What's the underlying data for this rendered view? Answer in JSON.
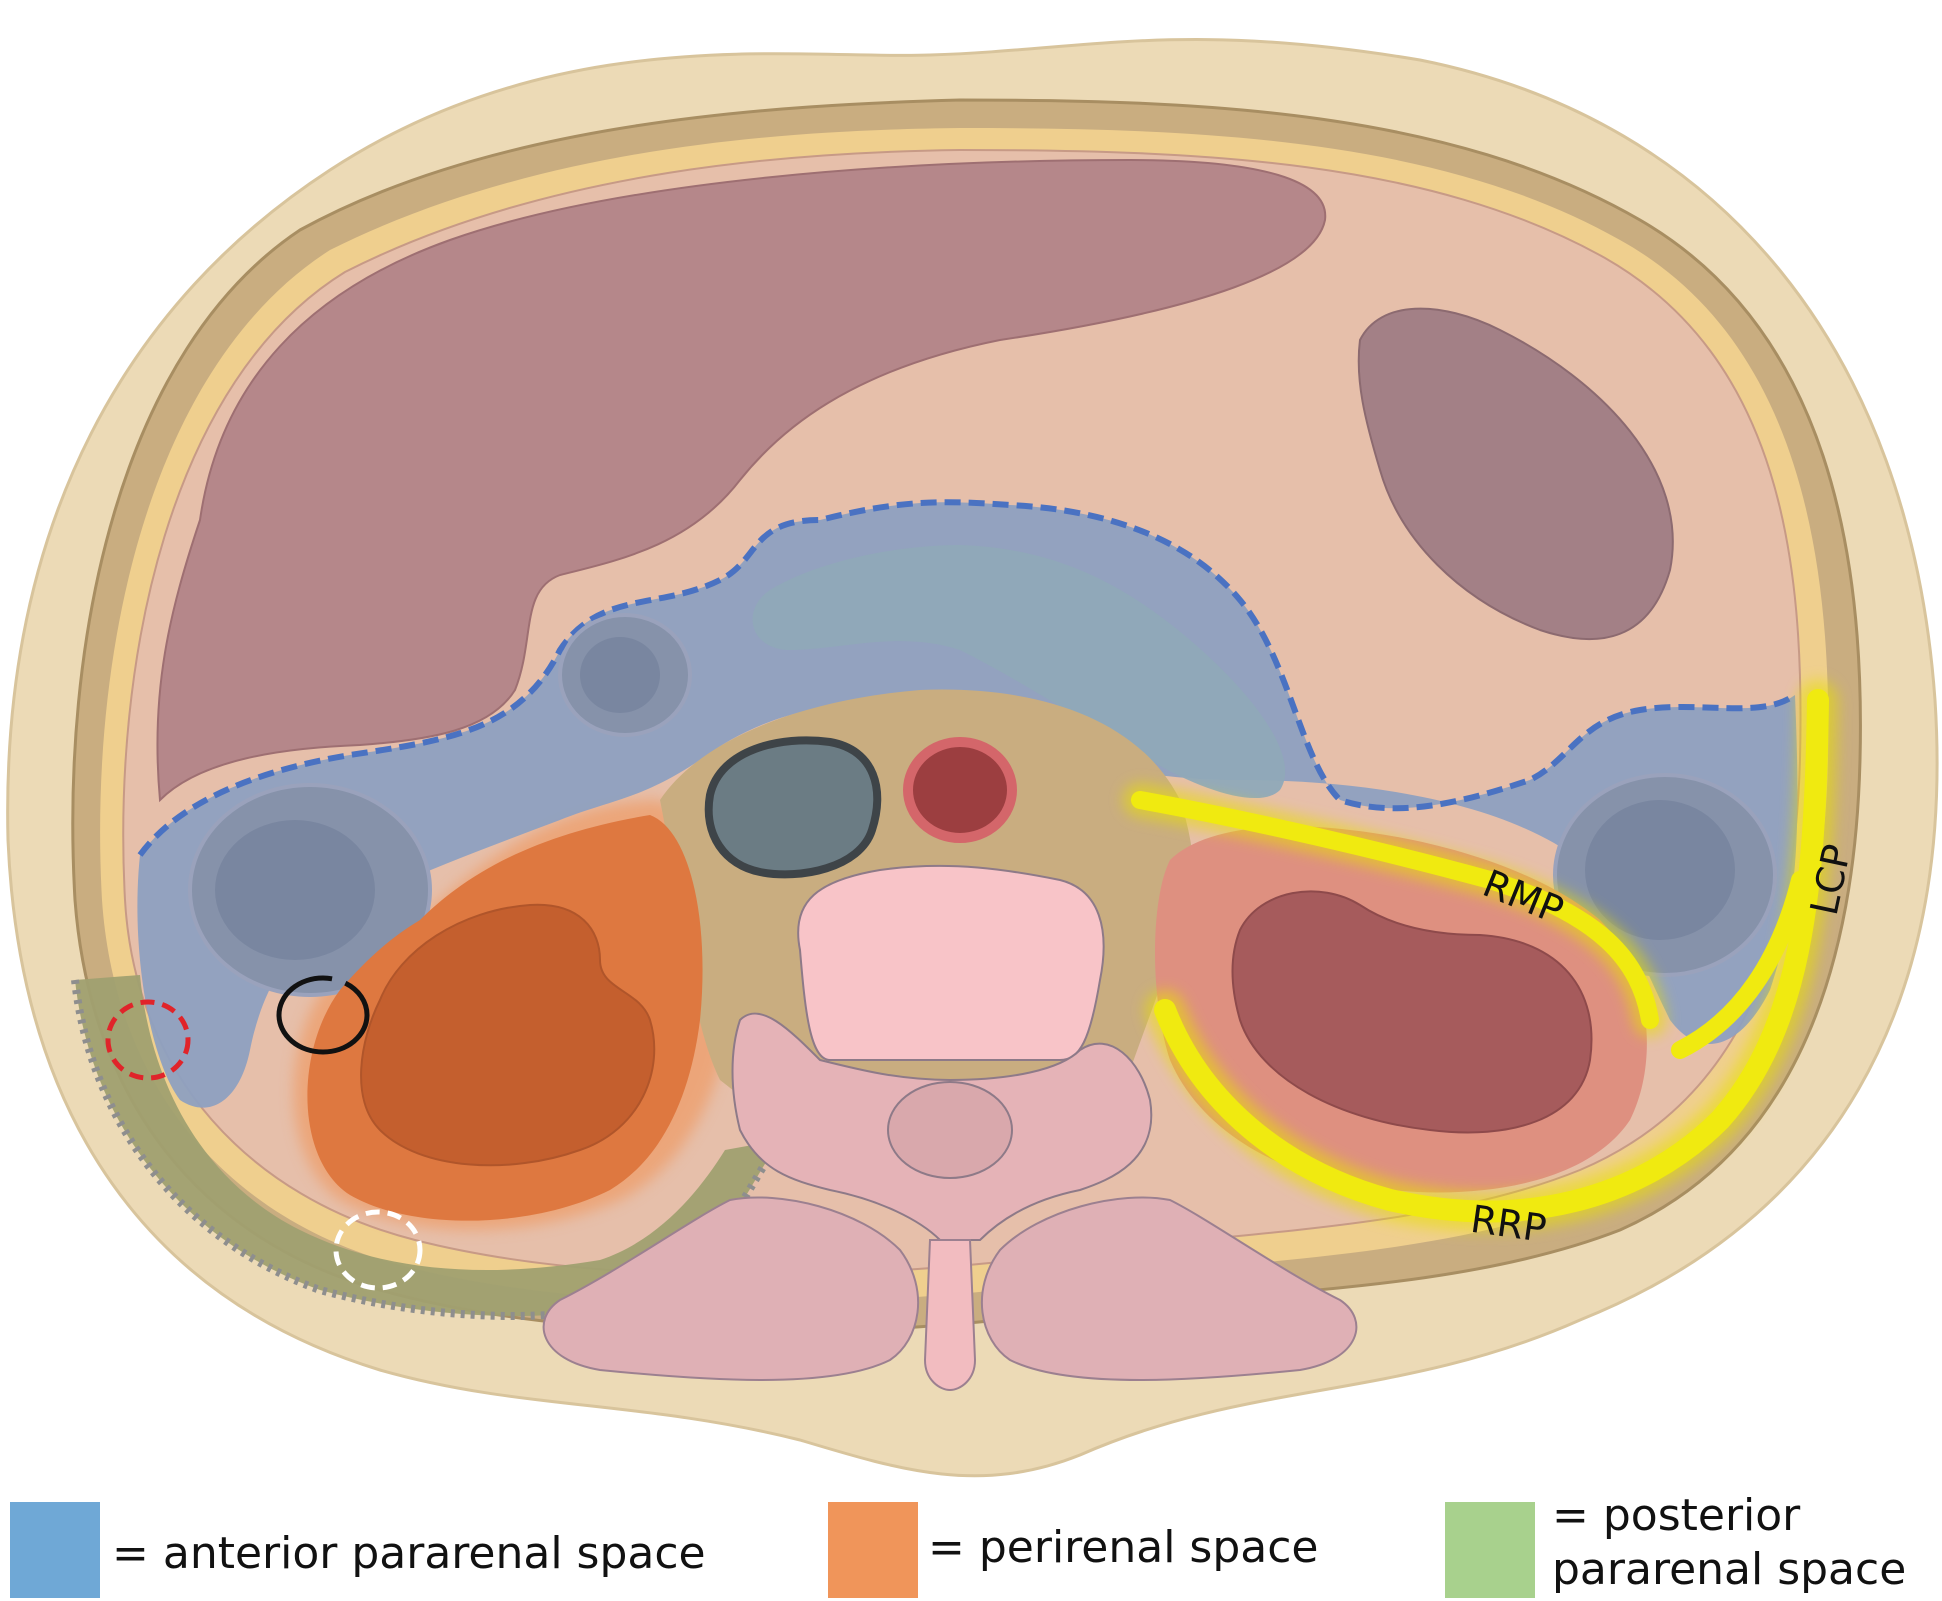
{
  "labels": {
    "rmp": "RMP",
    "lcp": "LCP",
    "rrp": "RRP"
  },
  "legend": [
    {
      "text": "= anterior pararenal space",
      "color": "#6fa8d6"
    },
    {
      "text": "= perirenal space",
      "color": "#f0955a"
    },
    {
      "text_line1": "= posterior",
      "text_line2": "pararenal space",
      "color": "#a8d18d"
    }
  ]
}
